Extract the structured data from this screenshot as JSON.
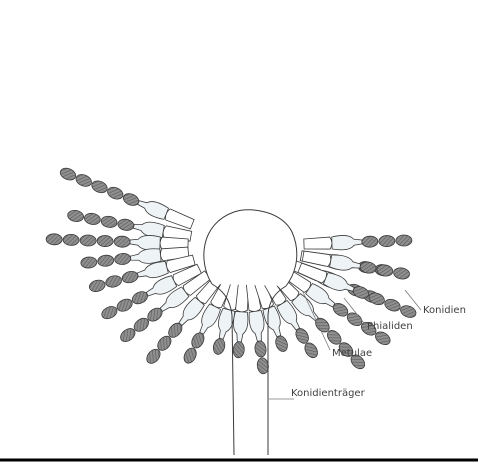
{
  "labels": {
    "conidia": "Konidien",
    "phialides": "Phialiden",
    "metulae": "Metulae",
    "conidiophore": "Konidienträger"
  },
  "colors": {
    "conidium_fill": "#8f8f8f",
    "conidium_hatch": "#5a5a5a",
    "phialide_fill": "#eef3f6",
    "metula_fill": "#ffffff",
    "outline": "#3a3a3a",
    "leader_line": "#7a7a7a",
    "base_line": "#000000"
  }
}
